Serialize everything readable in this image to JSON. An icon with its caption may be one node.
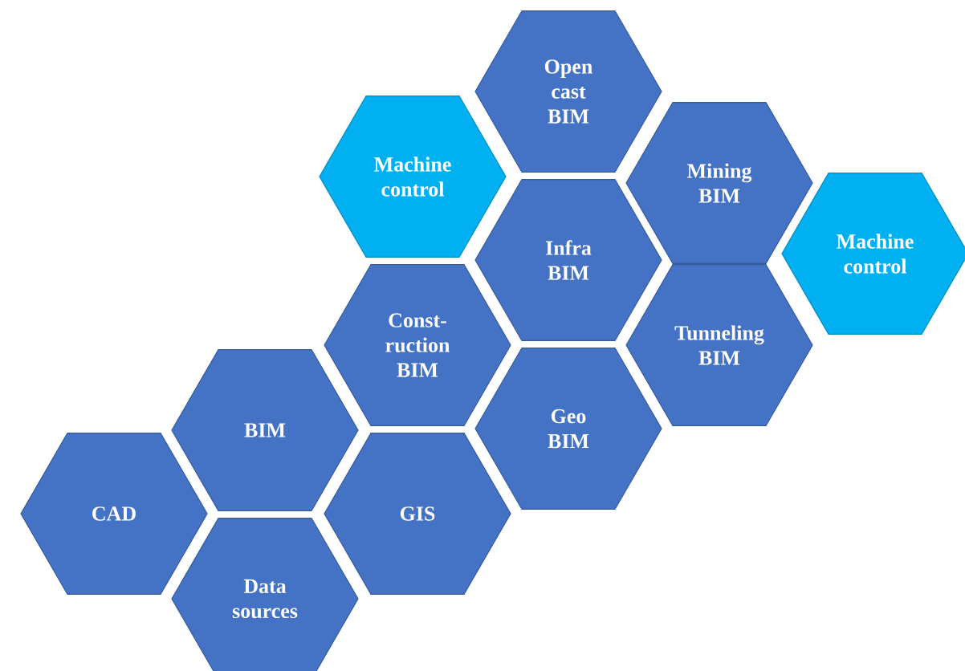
{
  "diagram": {
    "nodes": [
      {
        "text": [
          "Open cast BIM"
        ]
      },
      {
        "text": [
          "Machine control"
        ]
      },
      {
        "text": [
          "Mining BIM"
        ]
      },
      {
        "text": [
          "Infra BIM"
        ]
      },
      {
        "text": [
          "Machine control"
        ]
      },
      {
        "text": [
          "Const-ruction BIM"
        ]
      },
      {
        "text": [
          "Tunneling BIM"
        ]
      },
      {
        "text": [
          "BIM"
        ]
      },
      {
        "text": [
          "Geo BIM"
        ]
      },
      {
        "text": [
          "CAD"
        ]
      },
      {
        "text": [
          "GIS"
        ]
      },
      {
        "text": [
          "Data sources"
        ]
      }
    ]
  }
}
